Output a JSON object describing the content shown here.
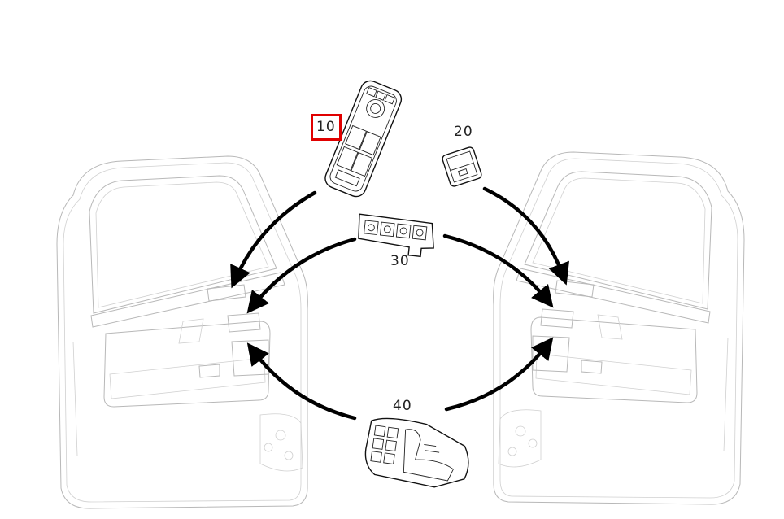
{
  "diagram": {
    "callouts": [
      {
        "id": "10",
        "label": "10",
        "highlighted": true
      },
      {
        "id": "20",
        "label": "20",
        "highlighted": false
      },
      {
        "id": "30",
        "label": "30",
        "highlighted": false
      },
      {
        "id": "40",
        "label": "40",
        "highlighted": false
      }
    ],
    "highlight_color": "#e00000"
  }
}
